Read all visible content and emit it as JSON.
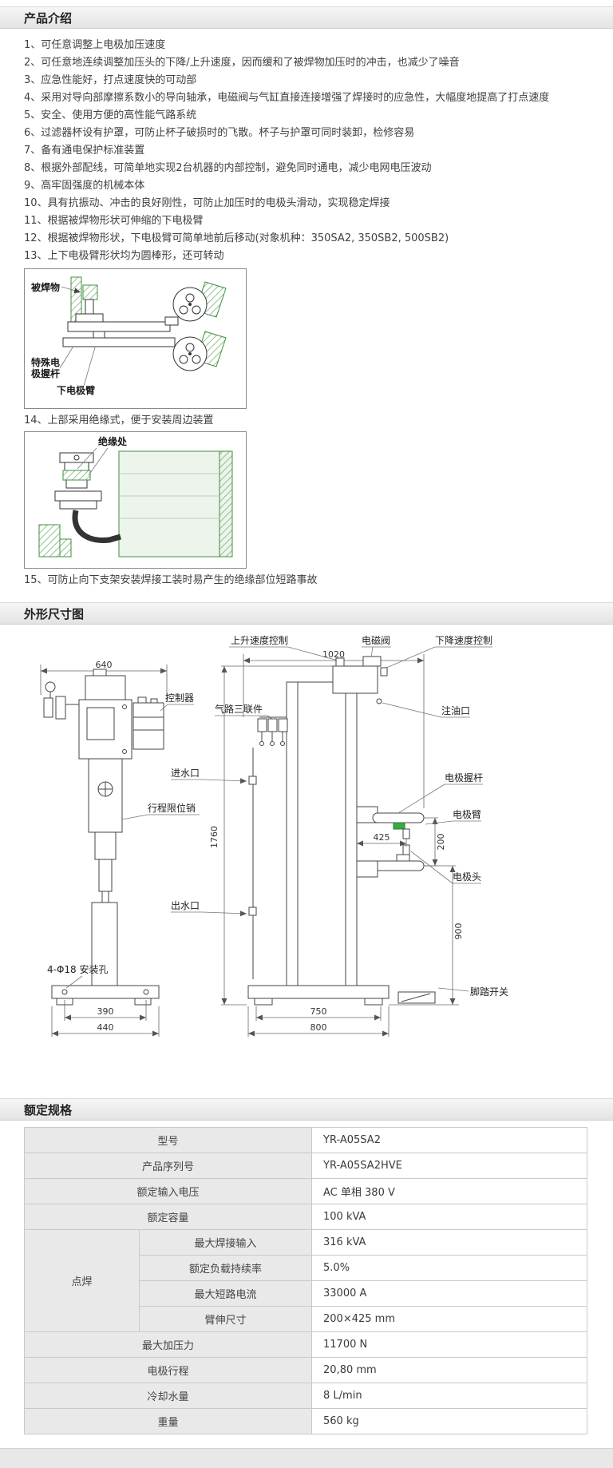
{
  "sections": {
    "intro_title": "产品介绍",
    "dims_title": "外形尺寸图",
    "specs_title": "额定规格"
  },
  "features": [
    "1、可任意调整上电极加压速度",
    "2、可任意地连续调整加压头的下降/上升速度，因而缓和了被焊物加压时的冲击，也减少了噪音",
    "3、应急性能好，打点速度快的可动部",
    "4、采用对导向部摩擦系数小的导向轴承，电磁阀与气缸直接连接增强了焊接时的应急性，大幅度地提高了打点速度",
    "5、安全、使用方便的高性能气路系统",
    "6、过滤器杯设有护罩，可防止杯子破损时的飞散。杯子与护罩可同时装卸，检修容易",
    "7、备有通电保护标准装置",
    "8、根据外部配线，可简单地实现2台机器的内部控制，避免同时通电，减少电网电压波动",
    "9、高牢固强度的机械本体",
    "10、具有抗振动、冲击的良好刚性，可防止加压时的电极头滑动，实现稳定焊接",
    "11、根据被焊物形状可伸缩的下电极臂",
    "12、根据被焊物形状，下电极臂可简单地前后移动(对象机种：350SA2, 350SB2, 500SB2)",
    "13、上下电极臂形状均为圆棒形，还可转动",
    "14、上部采用绝缘式，便于安装周边装置",
    "15、可防止向下支架安装焊接工装时易产生的绝缘部位短路事故"
  ],
  "diagram1": {
    "workpiece": "被焊物",
    "holder_line1": "特殊电",
    "holder_line2": "极握杆",
    "lower_arm": "下电极臂"
  },
  "diagram2": {
    "insulation": "绝缘处"
  },
  "drawing": {
    "accent_green": "#39a845",
    "callouts": {
      "rise_speed": "上升速度控制",
      "solenoid": "电磁阀",
      "down_speed": "下降速度控制",
      "controller": "控制器",
      "air_triple": "气路三联件",
      "oil_port": "注油口",
      "water_in": "进水口",
      "electrode_holder": "电极握杆",
      "stroke_pin": "行程限位销",
      "electrode_arm": "电极臂",
      "electrode_tip": "电极头",
      "water_out": "出水口",
      "mount_holes": "4-Φ18 安装孔",
      "foot_switch": "脚踏开关"
    },
    "dims": {
      "left_width": "640",
      "depth": "1020",
      "height": "1760",
      "arm_reach": "425",
      "arm_gap": "200",
      "arm_floor": "900",
      "base_holes_left": "390",
      "base_width_left": "440",
      "base_holes_right": "750",
      "base_width_right": "800"
    }
  },
  "specs": {
    "simple_top": [
      {
        "label": "型号",
        "value": "YR-A05SA2"
      },
      {
        "label": "产品序列号",
        "value": "YR-A05SA2HVE"
      },
      {
        "label": "额定输入电压",
        "value": "AC 单相 380 V"
      },
      {
        "label": "额定容量",
        "value": "100 kVA"
      }
    ],
    "group": {
      "label": "点焊",
      "rows": [
        {
          "label": "最大焊接输入",
          "value": "316 kVA"
        },
        {
          "label": "额定负载持续率",
          "value": "5.0%"
        },
        {
          "label": "最大短路电流",
          "value": "33000 A"
        },
        {
          "label": "臂伸尺寸",
          "value": "200×425 mm"
        }
      ]
    },
    "simple_bottom": [
      {
        "label": "最大加压力",
        "value": "11700 N"
      },
      {
        "label": "电极行程",
        "value": "20,80 mm"
      },
      {
        "label": "冷却水量",
        "value": "8 L/min"
      },
      {
        "label": "重量",
        "value": "560 kg"
      }
    ]
  }
}
